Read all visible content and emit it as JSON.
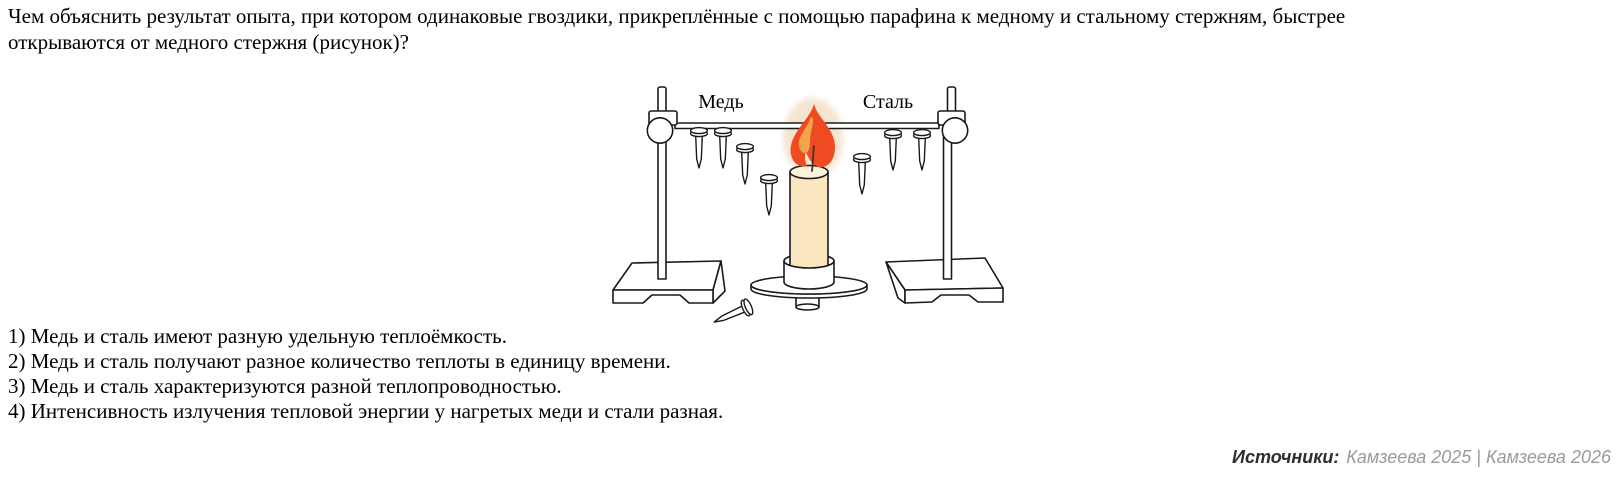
{
  "question": {
    "lines": [
      "Чем объяснить результат опыта, при котором одинаковые гвоздики, прикреплённые с помощью парафина к медному и стальному стержням, быстрее",
      "открываются от медного стержня (рисунок)?"
    ]
  },
  "figure": {
    "label_copper": "Медь",
    "label_steel": "Сталь",
    "colors": {
      "outline": "#1a1a1a",
      "flame_outer": "#ee4b23",
      "flame_inner": "#f0a44c",
      "glow": "#f6e4d1",
      "candle_body": "#fae7c0",
      "candle_top": "#fdf2dc",
      "wick": "#40342a"
    }
  },
  "options": [
    "1) Медь и сталь имеют разную удельную теплоёмкость.",
    "2) Медь и сталь получают разное количество теплоты в единицу времени.",
    "3) Медь и сталь характеризуются разной теплопроводностью.",
    "4) Интенсивность излучения тепловой энергии у нагретых меди и стали разная."
  ],
  "sources": {
    "label": "Источники:",
    "items": "Камзеева 2025 | Камзеева 2026"
  }
}
